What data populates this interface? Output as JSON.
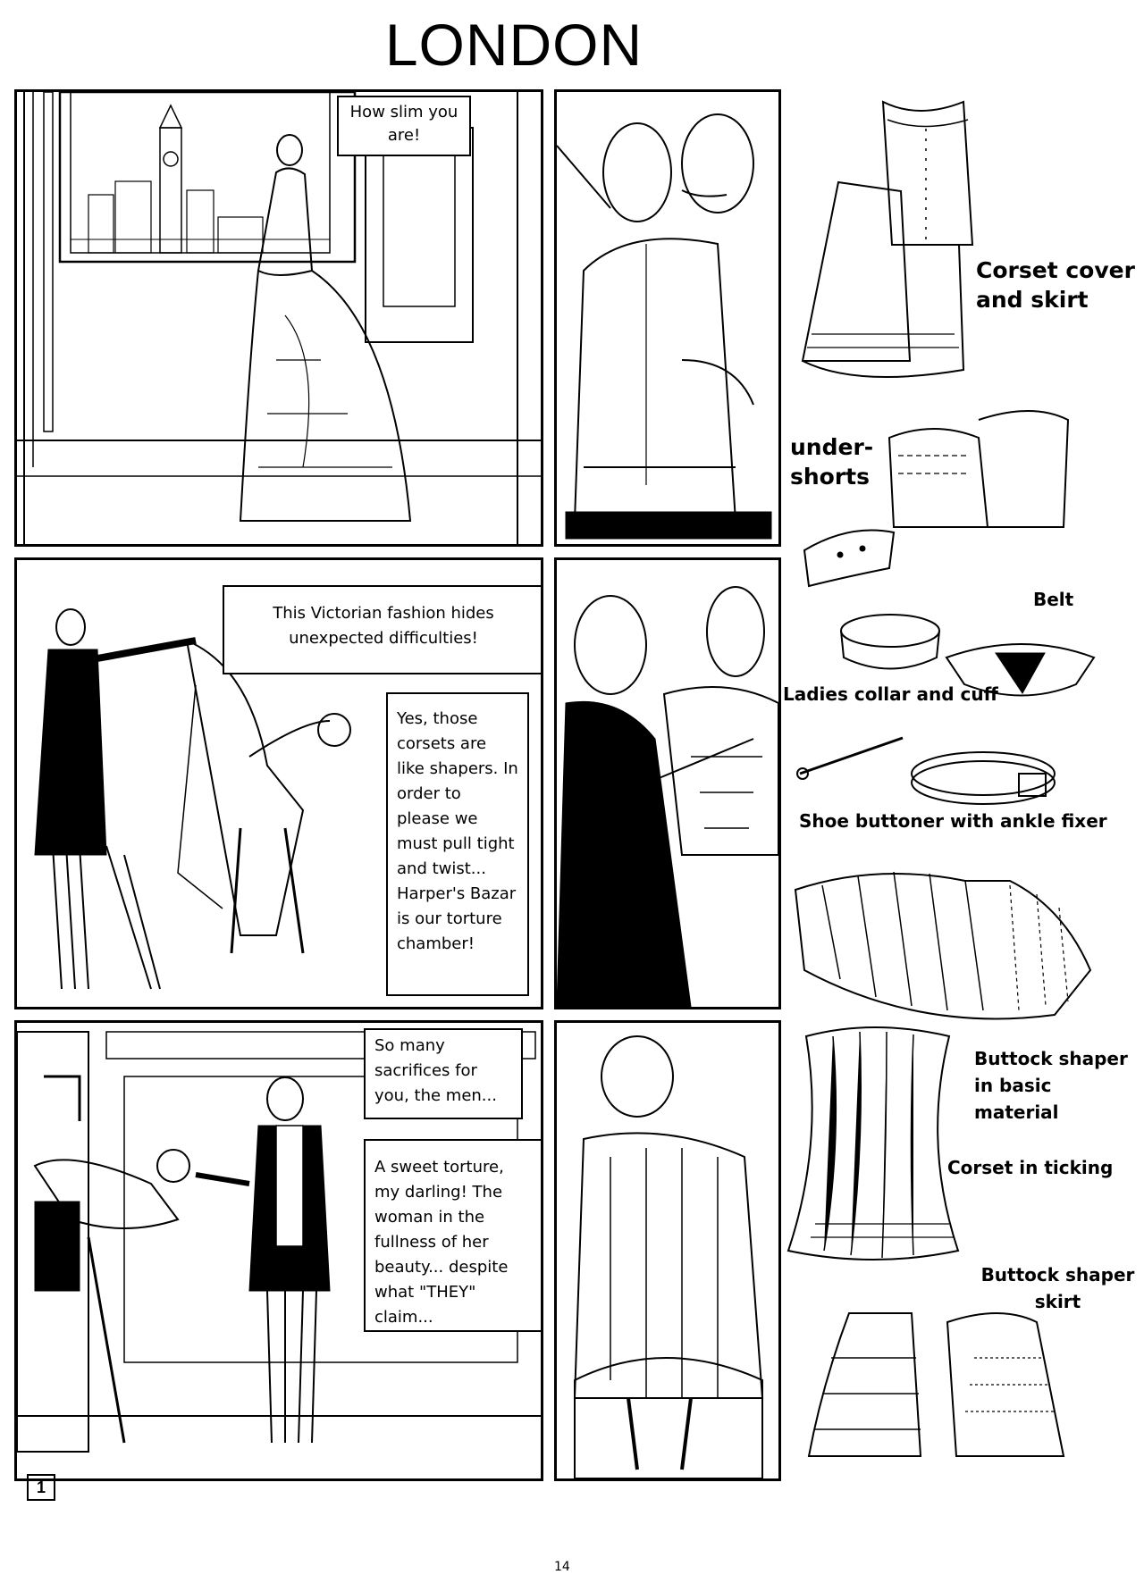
{
  "page": {
    "title": "LONDON",
    "page_number": "14",
    "panel_badge": "1"
  },
  "panels": {
    "p1": {
      "bubble": "How slim you are!"
    },
    "p3": {
      "bubble": "This Victorian fashion hides unexpected difficulties!",
      "bubble2": "Yes, those corsets are like shapers. In order to please we must pull tight and twist... Harper's Bazar is our torture chamber!"
    },
    "p5": {
      "bubble": "So many sacrifices for you, the men...",
      "bubble2": "A sweet torture, my darling! The woman in the fullness of her beauty... despite what \"THEY\" claim..."
    }
  },
  "catalog": {
    "corset_cover": "Corset cover and skirt",
    "undershorts": "under-shorts",
    "belt": "Belt",
    "collar_cuff": "Ladies collar and cuff",
    "shoe_buttoner": "Shoe buttoner with ankle fixer",
    "buttock_shaper": "Buttock shaper in basic material",
    "corset_ticking": "Corset in ticking",
    "buttock_skirt": "Buttock shaper skirt"
  }
}
